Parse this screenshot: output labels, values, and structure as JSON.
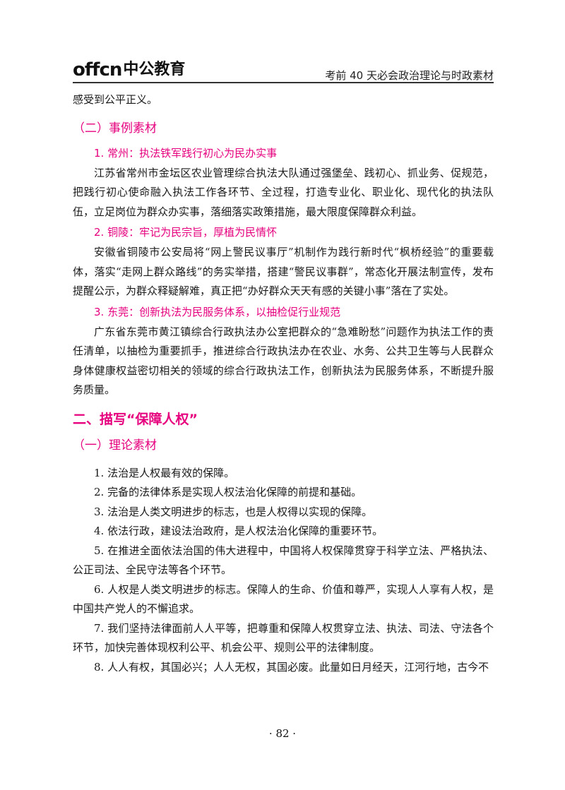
{
  "header": {
    "logo_en": "offcn",
    "logo_cn": "中公教育",
    "title": "考前 40 天必会政治理论与时政素材"
  },
  "body": {
    "p_cont": "感受到公平正义。",
    "sec_2": "（二）事例素材",
    "case1_title": "1. 常州：执法铁军践行初心为民办实事",
    "case1_text": "江苏省常州市金坛区农业管理综合执法大队通过强堡垒、践初心、抓业务、促规范，把践行初心使命融入执法工作各环节、全过程，打造专业化、职业化、现代化的执法队伍，立足岗位为群众办实事，落细落实政策措施，最大限度保障群众利益。",
    "case2_title": "2. 铜陵：牢记为民宗旨，厚植为民情怀",
    "case2_text": "安徽省铜陵市公安局将“网上警民议事厅”机制作为践行新时代“枫桥经验”的重要载体，落实“走网上群众路线”的务实举措，搭建“警民议事群”，常态化开展法制宣传，发布提醒公示，为群众释疑解难，真正把“办好群众天天有感的关键小事”落在了实处。",
    "case3_title": "3. 东莞：创新执法为民服务体系，以抽检促行业规范",
    "case3_text": "广东省东莞市黄江镇综合行政执法办公室把群众的“急难盼愁”问题作为执法工作的责任清单，以抽检为重要抓手，推进综合行政执法办在农业、水务、公共卫生等与人民群众身体健康权益密切相关的领域的综合行政执法工作，创新执法为民服务体系，不断提升服务质量。",
    "sec2_title": "二、描写“保障人权”",
    "sub1_title": "（一）理论素材",
    "items": [
      "1. 法治是人权最有效的保障。",
      "2. 完备的法律体系是实现人权法治化保障的前提和基础。",
      "3. 法治是人类文明进步的标志，也是人权得以实现的保障。",
      "4. 依法行政，建设法治政府，是人权法治化保障的重要环节。",
      "5. 在推进全面依法治国的伟大进程中，中国将人权保障贯穿于科学立法、严格执法、公正司法、全民守法等各个环节。",
      "6. 人权是人类文明进步的标志。保障人的生命、价值和尊严，实现人人享有人权，是中国共产党人的不懈追求。",
      "7. 我们坚持法律面前人人平等，把尊重和保障人权贯穿立法、执法、司法、守法各个环节，加快完善体现权利公平、机会公平、规则公平的法律制度。",
      "8. 人人有权，其国必兴；人人无权，其国必废。此量如日月经天，江河行地，古今不"
    ]
  },
  "footer": {
    "page_number": "· 82 ·"
  }
}
